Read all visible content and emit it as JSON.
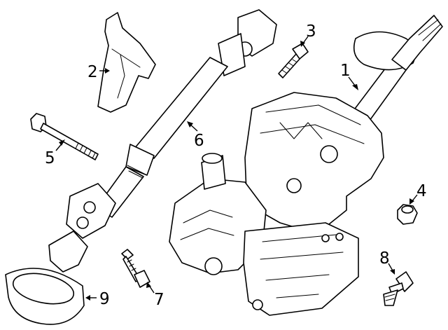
{
  "diagram": {
    "parts": [
      {
        "callout": "1"
      },
      {
        "callout": "2"
      },
      {
        "callout": "3"
      },
      {
        "callout": "4"
      },
      {
        "callout": "5"
      },
      {
        "callout": "6"
      },
      {
        "callout": "7"
      },
      {
        "callout": "8"
      },
      {
        "callout": "9"
      }
    ]
  }
}
